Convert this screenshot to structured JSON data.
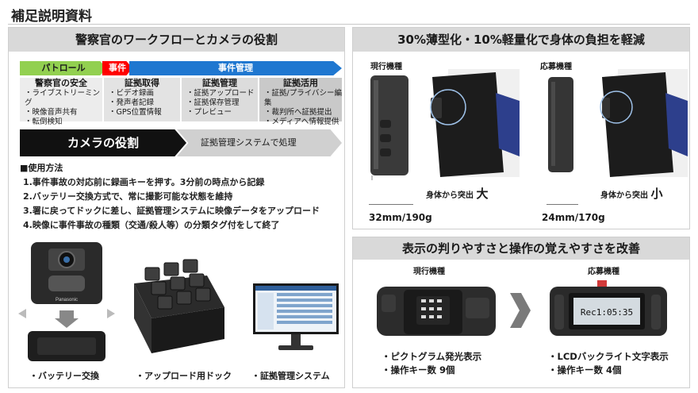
{
  "doc_title": "補足説明資料",
  "left": {
    "heading": "警察官のワークフローとカメラの役割",
    "workflow": {
      "stage_patrol": "パトロール",
      "stage_incident": "事件",
      "stage_management": "事件管理"
    },
    "columns": [
      {
        "title": "警察官の安全",
        "items": [
          "・ライブストリーミング",
          "・映像音声共有",
          "・転倒検知"
        ]
      },
      {
        "title": "証拠取得",
        "items": [
          "・ビデオ録画",
          "・発声者記録",
          "・GPS位置情報"
        ]
      },
      {
        "title": "証拠管理",
        "items": [
          "・証拠アップロード",
          "・証拠保存管理",
          "・プレビュー"
        ]
      },
      {
        "title": "証拠活用",
        "items": [
          "・証拠/プライバシー編集",
          "・裁判所へ証拠提出",
          "・メディアへ情報提供"
        ]
      }
    ],
    "camera_role": "カメラの役割",
    "system_role": "証拠管理システムで処理",
    "usage_heading": "■使用方法",
    "usage_steps": [
      "1.事件事故の対応前に録画キーを押す。3分前の時点から記録",
      "2.バッテリー交換方式で、常に撮影可能な状態を維持",
      "3.署に戻ってドックに差し、証拠管理システムに映像データをアップロード",
      "4.映像に事件事故の種類（交通/殺人等）の分類タグ付をして終了"
    ],
    "camera_brand": "Panasonic",
    "captions": {
      "battery": "・バッテリー交換",
      "dock": "・アップロード用ドック",
      "system": "・証拠管理システム"
    }
  },
  "right_top": {
    "heading": "30%薄型化・10%軽量化で身体の負担を軽減",
    "current_label": "現行機種",
    "new_label": "応募機種",
    "current_protrude": "身体から突出",
    "current_protrude_size": "大",
    "new_protrude": "身体から突出",
    "new_protrude_size": "小",
    "current_spec": "32mm/190g",
    "new_spec": "24mm/170g"
  },
  "right_bottom": {
    "heading": "表示の判りやすさと操作の覚えやすさを改善",
    "current_label": "現行機種",
    "new_label": "応募機種",
    "current_features": [
      "・ピクトグラム発光表示",
      "・操作キー数 9個"
    ],
    "new_features": [
      "・LCDバックライト文字表示",
      "・操作キー数 4個"
    ],
    "lcd_text": "Rec1:05:35"
  },
  "colors": {
    "patrol": "#92d050",
    "incident": "#ff0000",
    "management": "#1f77d0",
    "header_gray": "#d9d9d9"
  }
}
